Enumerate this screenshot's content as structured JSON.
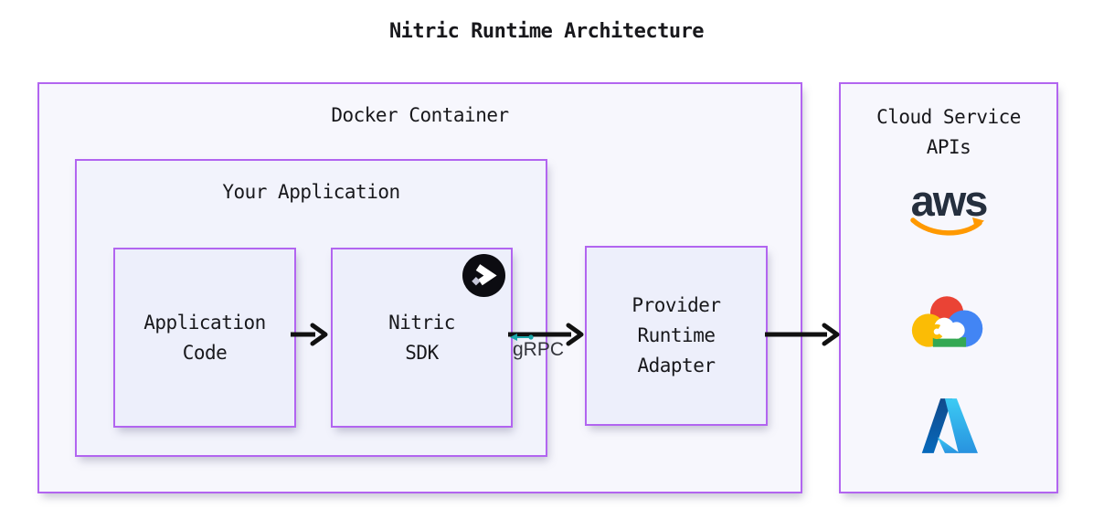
{
  "title": "Nitric Runtime Architecture",
  "diagram": {
    "docker_container": {
      "label": "Docker Container"
    },
    "your_application": {
      "label": "Your Application"
    },
    "application_code": {
      "lines": [
        "Application",
        "Code"
      ]
    },
    "nitric_sdk": {
      "lines": [
        "Nitric",
        "SDK"
      ],
      "badge_icon": "nitric-logo"
    },
    "provider_runtime_adapter": {
      "lines": [
        "Provider",
        "Runtime",
        "Adapter"
      ]
    },
    "grpc": {
      "label": "gRPC"
    },
    "cloud_service_apis": {
      "lines": [
        "Cloud Service",
        "APIs"
      ],
      "providers": [
        "aws",
        "google-cloud",
        "azure"
      ],
      "aws_word": "aws"
    }
  },
  "colors": {
    "box_border": "#b265f0",
    "outer_box_bg": "#f7f7fd",
    "mid_box_bg": "#f2f3fc",
    "inner_box_bg": "#edeffb",
    "arrow": "#111111",
    "grpc_teal": "#1aa5a8",
    "text": "#18181c",
    "aws_navy": "#252f3e",
    "aws_orange": "#ff9900",
    "gcp_red": "#ea4335",
    "gcp_yellow": "#fbbc05",
    "gcp_green": "#34a853",
    "gcp_blue": "#4285f4",
    "azure_dark_blue": "#114a8b",
    "azure_light_blue": "#3ccbf4"
  }
}
